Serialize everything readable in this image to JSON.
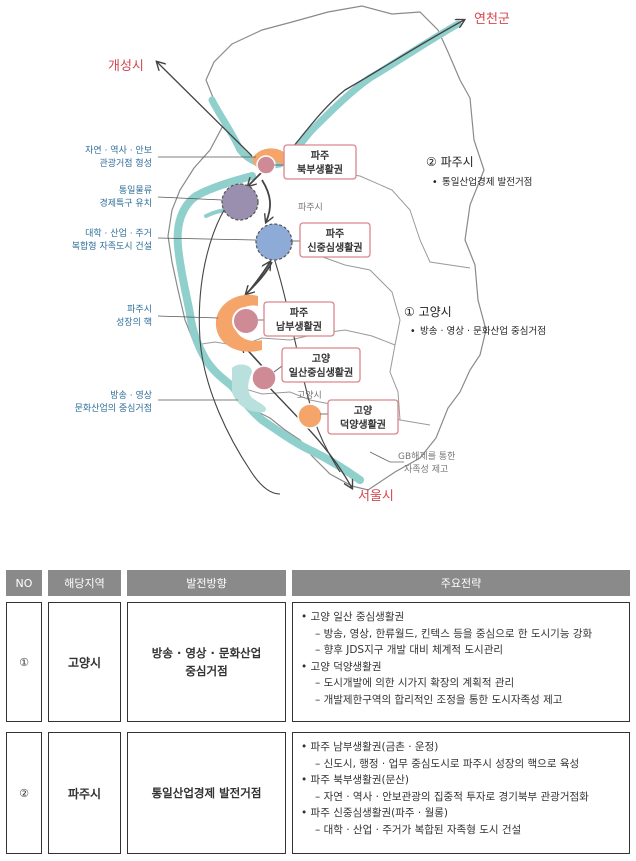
{
  "map": {
    "cities": {
      "yeoncheon": "연천군",
      "kaesong": "개성시",
      "seoul": "서울시"
    },
    "left_labels": [
      {
        "lines": [
          "자연 · 역사 · 안보",
          "관광거점 형성"
        ]
      },
      {
        "lines": [
          "통일물류",
          "경제특구 유치"
        ]
      },
      {
        "lines": [
          "대학 · 산업 · 주거",
          "복합형 자족도시 건설"
        ]
      },
      {
        "lines": [
          "파주시",
          "성장의 핵"
        ]
      },
      {
        "lines": [
          "방송 · 영상",
          "문화산업의 중심거점"
        ]
      }
    ],
    "region_boxes": [
      {
        "lines": [
          "파주",
          "북부생활권"
        ]
      },
      {
        "lines": [
          "파주",
          "신중심생활권"
        ]
      },
      {
        "lines": [
          "파주",
          "남부생활권"
        ]
      },
      {
        "lines": [
          "고양",
          "일산중심생활권"
        ]
      },
      {
        "lines": [
          "고양",
          "덕양생활권"
        ]
      }
    ],
    "area_labels": {
      "paju": "파주시",
      "goyang": "고양시"
    },
    "gb_note": [
      "GB해제를 통한",
      "자족성 제고"
    ],
    "strategies": [
      {
        "title": "② 파주시",
        "item": "통일산업경제 발전거점"
      },
      {
        "title": "① 고양시",
        "item": "방송 · 영상 · 문화산업 중심거점"
      }
    ],
    "colors": {
      "river": "#8fcfcc",
      "orange": "#f5a46a",
      "pink": "#cf8b95",
      "purple": "#9b8fb0",
      "blue": "#8eaad6",
      "city_red": "#d4474f",
      "label_blue": "#2f6f9a"
    }
  },
  "table": {
    "headers": [
      "NO",
      "해당지역",
      "발전방향",
      "주요전략"
    ],
    "rows": [
      {
        "no": "①",
        "region": "고양시",
        "direction_lines": [
          "방송 · 영상 · 문화산업",
          "중심거점"
        ],
        "strategies": [
          {
            "type": "main",
            "text": "고양 일산 중심생활권"
          },
          {
            "type": "sub",
            "text": "방송, 영상, 한류월드, 킨텍스 등을 중심으로 한 도시기능 강화"
          },
          {
            "type": "sub",
            "text": "향후 JDS지구 개발 대비 체계적 도시관리"
          },
          {
            "type": "main",
            "text": "고양 덕양생활권"
          },
          {
            "type": "sub",
            "text": "도시개발에 의한 시가지 확장의 계획적 관리"
          },
          {
            "type": "sub",
            "text": "개발제한구역의 합리적인 조정을 통한 도시자족성 제고"
          }
        ]
      },
      {
        "no": "②",
        "region": "파주시",
        "direction_lines": [
          "통일산업경제 발전거점"
        ],
        "strategies": [
          {
            "type": "main",
            "text": "파주 남부생활권(금촌 · 운정)"
          },
          {
            "type": "sub",
            "text": "신도시, 행정 · 업무 중심도시로 파주시 성장의 핵으로 육성"
          },
          {
            "type": "main",
            "text": "파주 북부생활권(문산)"
          },
          {
            "type": "sub",
            "text": "자연 · 역사 · 안보관광의 집중적 투자로 경기북부 관광거점화"
          },
          {
            "type": "main",
            "text": "파주 신중심생활권(파주 · 월롱)"
          },
          {
            "type": "sub",
            "text": "대학 · 산업 · 주거가 복합된 자족형 도시 건설"
          }
        ]
      }
    ]
  }
}
